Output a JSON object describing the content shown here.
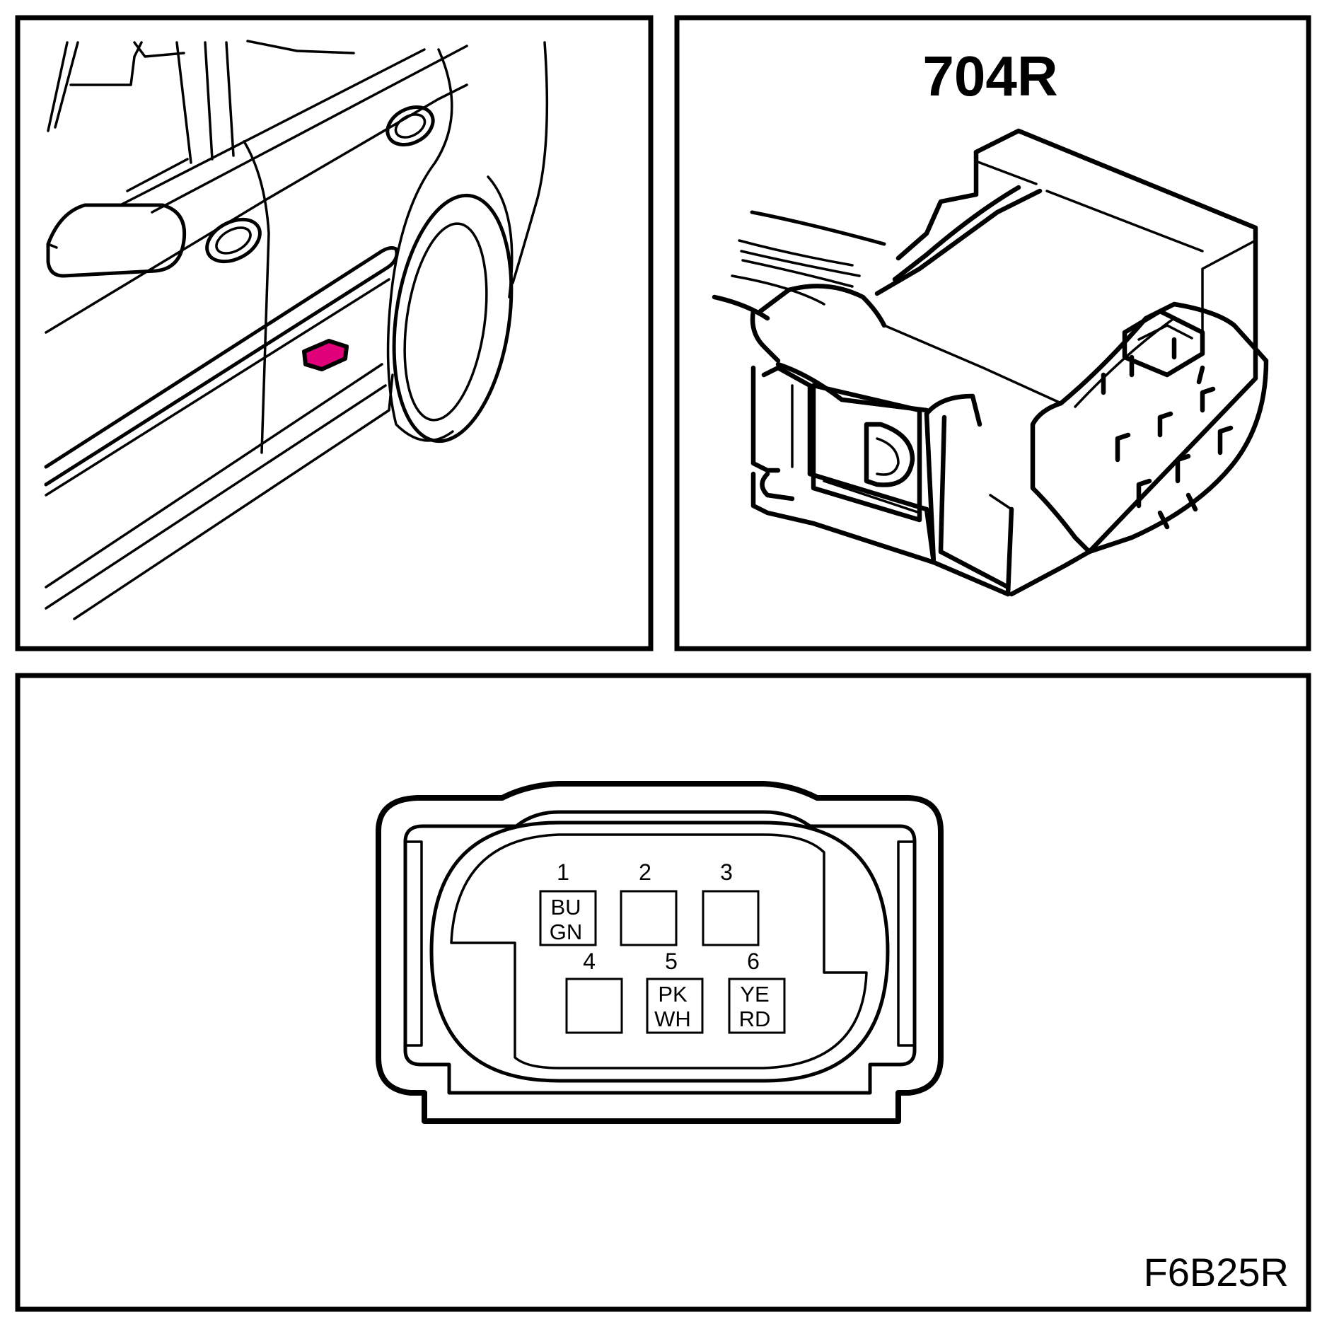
{
  "connector": {
    "id": "704R",
    "figure_code": "F6B25R",
    "locator_color": "#e0007a",
    "pins": [
      {
        "number": "1",
        "colors": [
          "BU",
          "GN"
        ]
      },
      {
        "number": "2",
        "colors": []
      },
      {
        "number": "3",
        "colors": []
      },
      {
        "number": "4",
        "colors": []
      },
      {
        "number": "5",
        "colors": [
          "PK",
          "WH"
        ]
      },
      {
        "number": "6",
        "colors": [
          "YE",
          "RD"
        ]
      }
    ]
  }
}
